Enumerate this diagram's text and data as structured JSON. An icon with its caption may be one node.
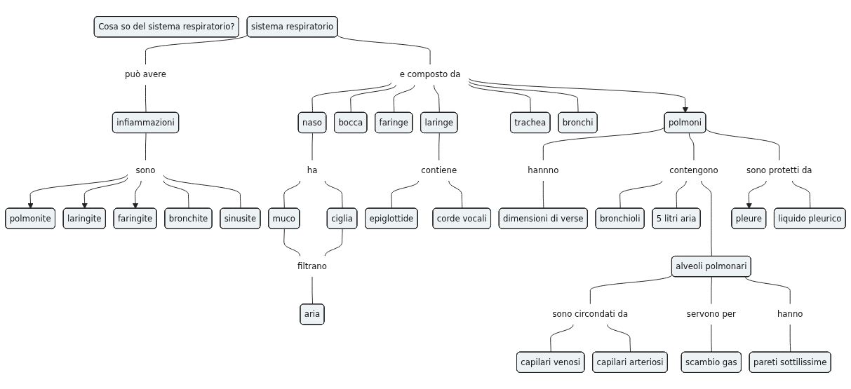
{
  "diagram": {
    "nodes": [
      {
        "text": [
          "Cosa so del sistema respiratorio?"
        ]
      },
      {
        "text": [
          "sistema respiratorio"
        ]
      },
      {
        "text": [
          "e composto da"
        ]
      },
      {
        "text": [
          "può avere"
        ]
      },
      {
        "text": [
          "polmoni"
        ]
      },
      {
        "text": [
          "infiammazioni"
        ]
      },
      {
        "text": [
          "polmonite"
        ]
      },
      {
        "text": [
          "sono protetti da"
        ]
      },
      {
        "text": [
          "bronchi"
        ]
      },
      {
        "text": [
          "naso"
        ]
      },
      {
        "text": [
          "laringite"
        ]
      },
      {
        "text": [
          "sono"
        ]
      },
      {
        "text": [
          "pleure"
        ]
      },
      {
        "text": [
          "trachea"
        ]
      },
      {
        "text": [
          "bocca"
        ]
      },
      {
        "text": [
          "faringe"
        ]
      },
      {
        "text": [
          "laringe"
        ]
      },
      {
        "text": [
          "faringite"
        ]
      },
      {
        "text": [
          "ha"
        ]
      },
      {
        "text": [
          "liquido pleurico"
        ]
      },
      {
        "text": [
          "contengono"
        ]
      },
      {
        "text": [
          "muco"
        ]
      },
      {
        "text": [
          "bronchite"
        ]
      },
      {
        "text": [
          "ciglia"
        ]
      },
      {
        "text": [
          "alveoli polmonari"
        ]
      },
      {
        "text": [
          "contiene"
        ]
      },
      {
        "text": [
          "hannno"
        ]
      },
      {
        "text": [
          "sinusite"
        ]
      },
      {
        "text": [
          "filtrano"
        ]
      },
      {
        "text": [
          "dimensioni di verse"
        ]
      },
      {
        "text": [
          "bronchioli"
        ]
      },
      {
        "text": [
          "5 litri aria"
        ]
      },
      {
        "text": [
          "hanno"
        ]
      },
      {
        "text": [
          "epiglottide"
        ]
      },
      {
        "text": [
          "corde vocali"
        ]
      },
      {
        "text": [
          "sono circondati da"
        ]
      },
      {
        "text": [
          "servono per"
        ]
      },
      {
        "text": [
          "pareti sottilissime"
        ]
      },
      {
        "text": [
          "aria"
        ]
      },
      {
        "text": [
          "scambio gas"
        ]
      },
      {
        "text": [
          "capilari venosi"
        ]
      },
      {
        "text": [
          "capilari arteriosi"
        ]
      }
    ],
    "edges": [
      {
        "from": 1,
        "to": 3,
        "arrow": "none"
      },
      {
        "from": 1,
        "to": 2,
        "arrow": "none"
      },
      {
        "from": 3,
        "to": 5,
        "arrow": "none"
      },
      {
        "from": 5,
        "to": 11,
        "arrow": "none"
      },
      {
        "from": 11,
        "to": 6,
        "arrow": "to"
      },
      {
        "from": 11,
        "to": 10,
        "arrow": "to"
      },
      {
        "from": 11,
        "to": 17,
        "arrow": "to"
      },
      {
        "from": 11,
        "to": 22,
        "arrow": "none"
      },
      {
        "from": 11,
        "to": 27,
        "arrow": "none"
      },
      {
        "from": 2,
        "to": 9,
        "arrow": "none"
      },
      {
        "from": 2,
        "to": 14,
        "arrow": "none"
      },
      {
        "from": 2,
        "to": 15,
        "arrow": "none"
      },
      {
        "from": 2,
        "to": 16,
        "arrow": "none"
      },
      {
        "from": 2,
        "to": 13,
        "arrow": "none"
      },
      {
        "from": 2,
        "to": 8,
        "arrow": "none"
      },
      {
        "from": 2,
        "to": 4,
        "arrow": "to"
      },
      {
        "from": 9,
        "to": 18,
        "arrow": "none"
      },
      {
        "from": 18,
        "to": 21,
        "arrow": "none"
      },
      {
        "from": 18,
        "to": 23,
        "arrow": "none"
      },
      {
        "from": 21,
        "to": 28,
        "arrow": "none"
      },
      {
        "from": 23,
        "to": 28,
        "arrow": "none"
      },
      {
        "from": 28,
        "to": 38,
        "arrow": "none"
      },
      {
        "from": 16,
        "to": 25,
        "arrow": "none"
      },
      {
        "from": 25,
        "to": 33,
        "arrow": "none"
      },
      {
        "from": 25,
        "to": 34,
        "arrow": "none"
      },
      {
        "from": 4,
        "to": 26,
        "arrow": "none"
      },
      {
        "from": 26,
        "to": 29,
        "arrow": "none"
      },
      {
        "from": 4,
        "to": 20,
        "arrow": "none"
      },
      {
        "from": 20,
        "to": 30,
        "arrow": "none"
      },
      {
        "from": 20,
        "to": 31,
        "arrow": "none"
      },
      {
        "from": 20,
        "to": 24,
        "arrow": "none"
      },
      {
        "from": 4,
        "to": 7,
        "arrow": "none"
      },
      {
        "from": 7,
        "to": 12,
        "arrow": "to"
      },
      {
        "from": 7,
        "to": 19,
        "arrow": "none"
      },
      {
        "from": 24,
        "to": 35,
        "arrow": "none"
      },
      {
        "from": 35,
        "to": 40,
        "arrow": "none"
      },
      {
        "from": 35,
        "to": 41,
        "arrow": "none"
      },
      {
        "from": 24,
        "to": 36,
        "arrow": "none"
      },
      {
        "from": 36,
        "to": 39,
        "arrow": "none"
      },
      {
        "from": 24,
        "to": 32,
        "arrow": "none"
      },
      {
        "from": 32,
        "to": 37,
        "arrow": "none"
      }
    ]
  }
}
